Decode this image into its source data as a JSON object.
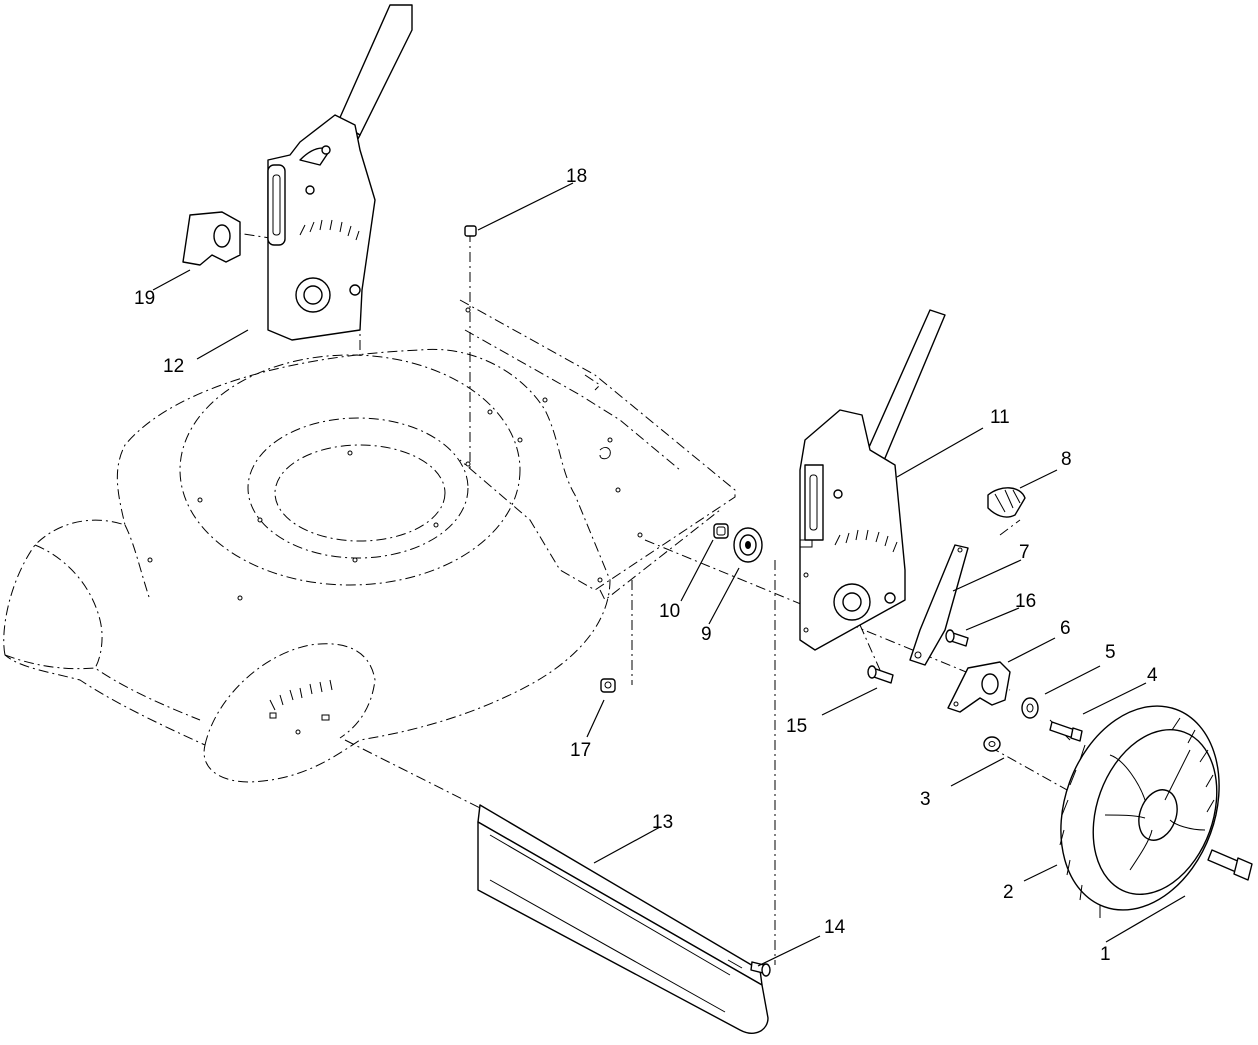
{
  "callouts": [
    "1",
    "2",
    "3",
    "4",
    "5",
    "6",
    "7",
    "8",
    "9",
    "10",
    "11",
    "12",
    "13",
    "14",
    "15",
    "16",
    "17",
    "18",
    "19"
  ]
}
